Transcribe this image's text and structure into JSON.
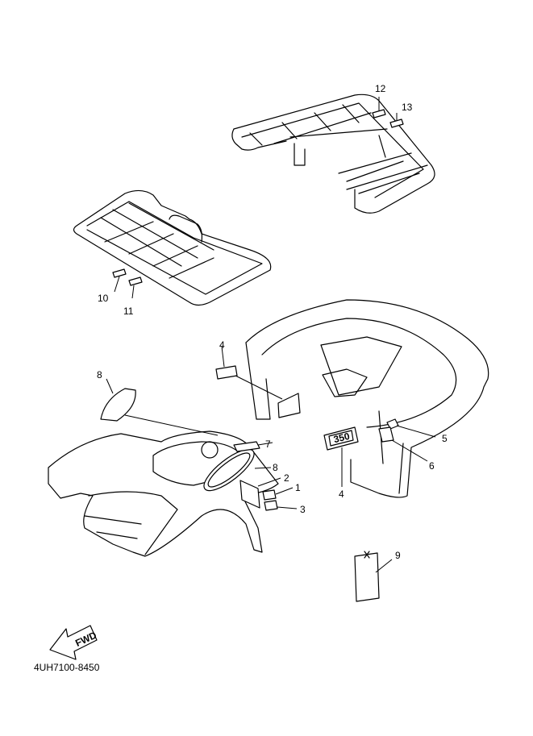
{
  "diagram": {
    "part_code": "4UH7100-8450",
    "direction_label": "FWD",
    "badge_text": "350",
    "callouts": [
      {
        "id": "c12",
        "label": "12"
      },
      {
        "id": "c13",
        "label": "13"
      },
      {
        "id": "c10",
        "label": "10"
      },
      {
        "id": "c11",
        "label": "11"
      },
      {
        "id": "c4a",
        "label": "4"
      },
      {
        "id": "c8a",
        "label": "8"
      },
      {
        "id": "c7",
        "label": "7"
      },
      {
        "id": "c8b",
        "label": "8"
      },
      {
        "id": "c2",
        "label": "2"
      },
      {
        "id": "c1",
        "label": "1"
      },
      {
        "id": "c3",
        "label": "3"
      },
      {
        "id": "c5",
        "label": "5"
      },
      {
        "id": "c6",
        "label": "6"
      },
      {
        "id": "c4b",
        "label": "4"
      },
      {
        "id": "c9",
        "label": "9"
      }
    ]
  }
}
